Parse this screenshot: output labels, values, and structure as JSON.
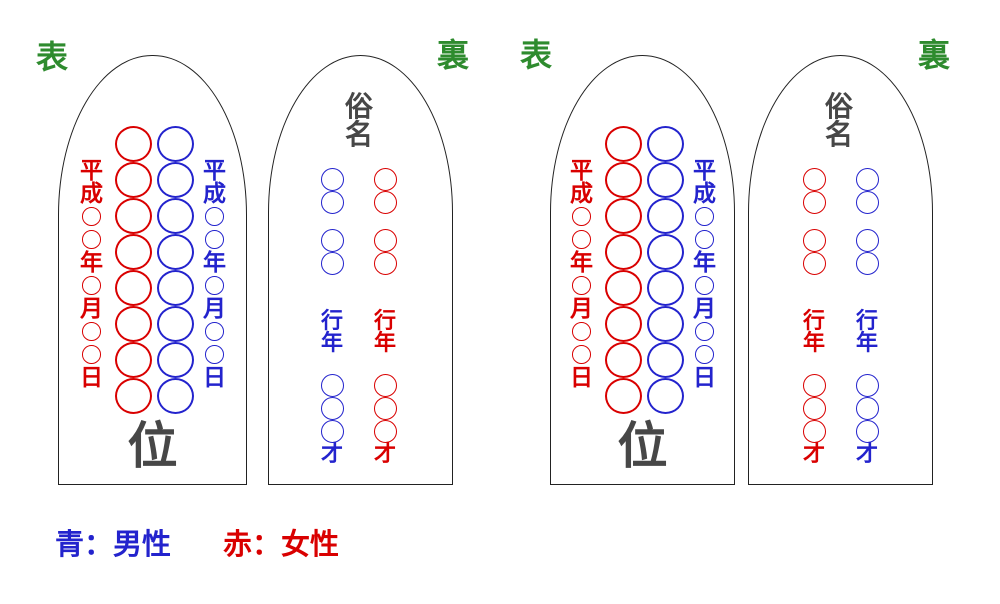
{
  "tablets": [
    {
      "side_label": "表",
      "type": "front",
      "left_column": "red",
      "right_column": "blue"
    },
    {
      "side_label": "裏",
      "type": "back",
      "left_column": "blue",
      "right_column": "red"
    },
    {
      "side_label": "表",
      "type": "front",
      "left_column": "red",
      "right_column": "blue"
    },
    {
      "side_label": "裏",
      "type": "back",
      "left_column": "red",
      "right_column": "blue"
    }
  ],
  "front_tablet": {
    "date": "平成○○年○月○○日",
    "name_circles": 8,
    "rank": "位"
  },
  "back_tablet": {
    "title": "俗名",
    "age_label": "行年",
    "age_unit": "才",
    "groups": [
      2,
      2,
      3
    ]
  },
  "legend": {
    "male": "青：男性",
    "female": "赤：女性"
  },
  "colors": {
    "male_blue": "#2323cd",
    "female_red": "#d90000",
    "label_green": "#2e8b2e",
    "ink_gray": "#474747",
    "outline_black": "#222222"
  }
}
